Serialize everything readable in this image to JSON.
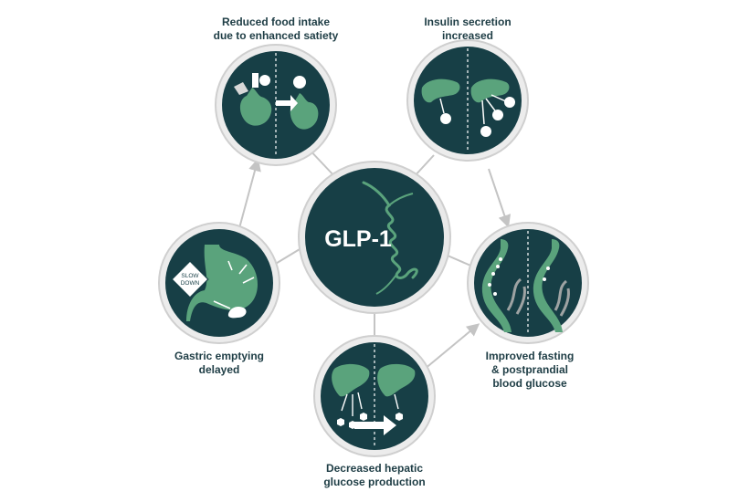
{
  "center": {
    "title": "GLP-1"
  },
  "nodes": {
    "food_intake": {
      "label": "Reduced food intake\ndue to enhanced satiety"
    },
    "insulin": {
      "label": "Insulin secretion\nincreased"
    },
    "glucose": {
      "label": "Improved fasting\n& postprandial\nblood glucose"
    },
    "hepatic": {
      "label": "Decreased hepatic\nglucose production"
    },
    "gastric": {
      "label": "Gastric emptying\ndelayed",
      "sign_text": "SLOW\nDOWN"
    }
  },
  "colors": {
    "circle_fill": "#173f46",
    "ring": "#c9c9c9",
    "ring_outer": "#e7e7e7",
    "accent": "#5aa37c",
    "connector": "#c4c4c4",
    "text": "#1e3d45",
    "icon_white": "#ffffff",
    "icon_gray": "#9ea3a3"
  }
}
